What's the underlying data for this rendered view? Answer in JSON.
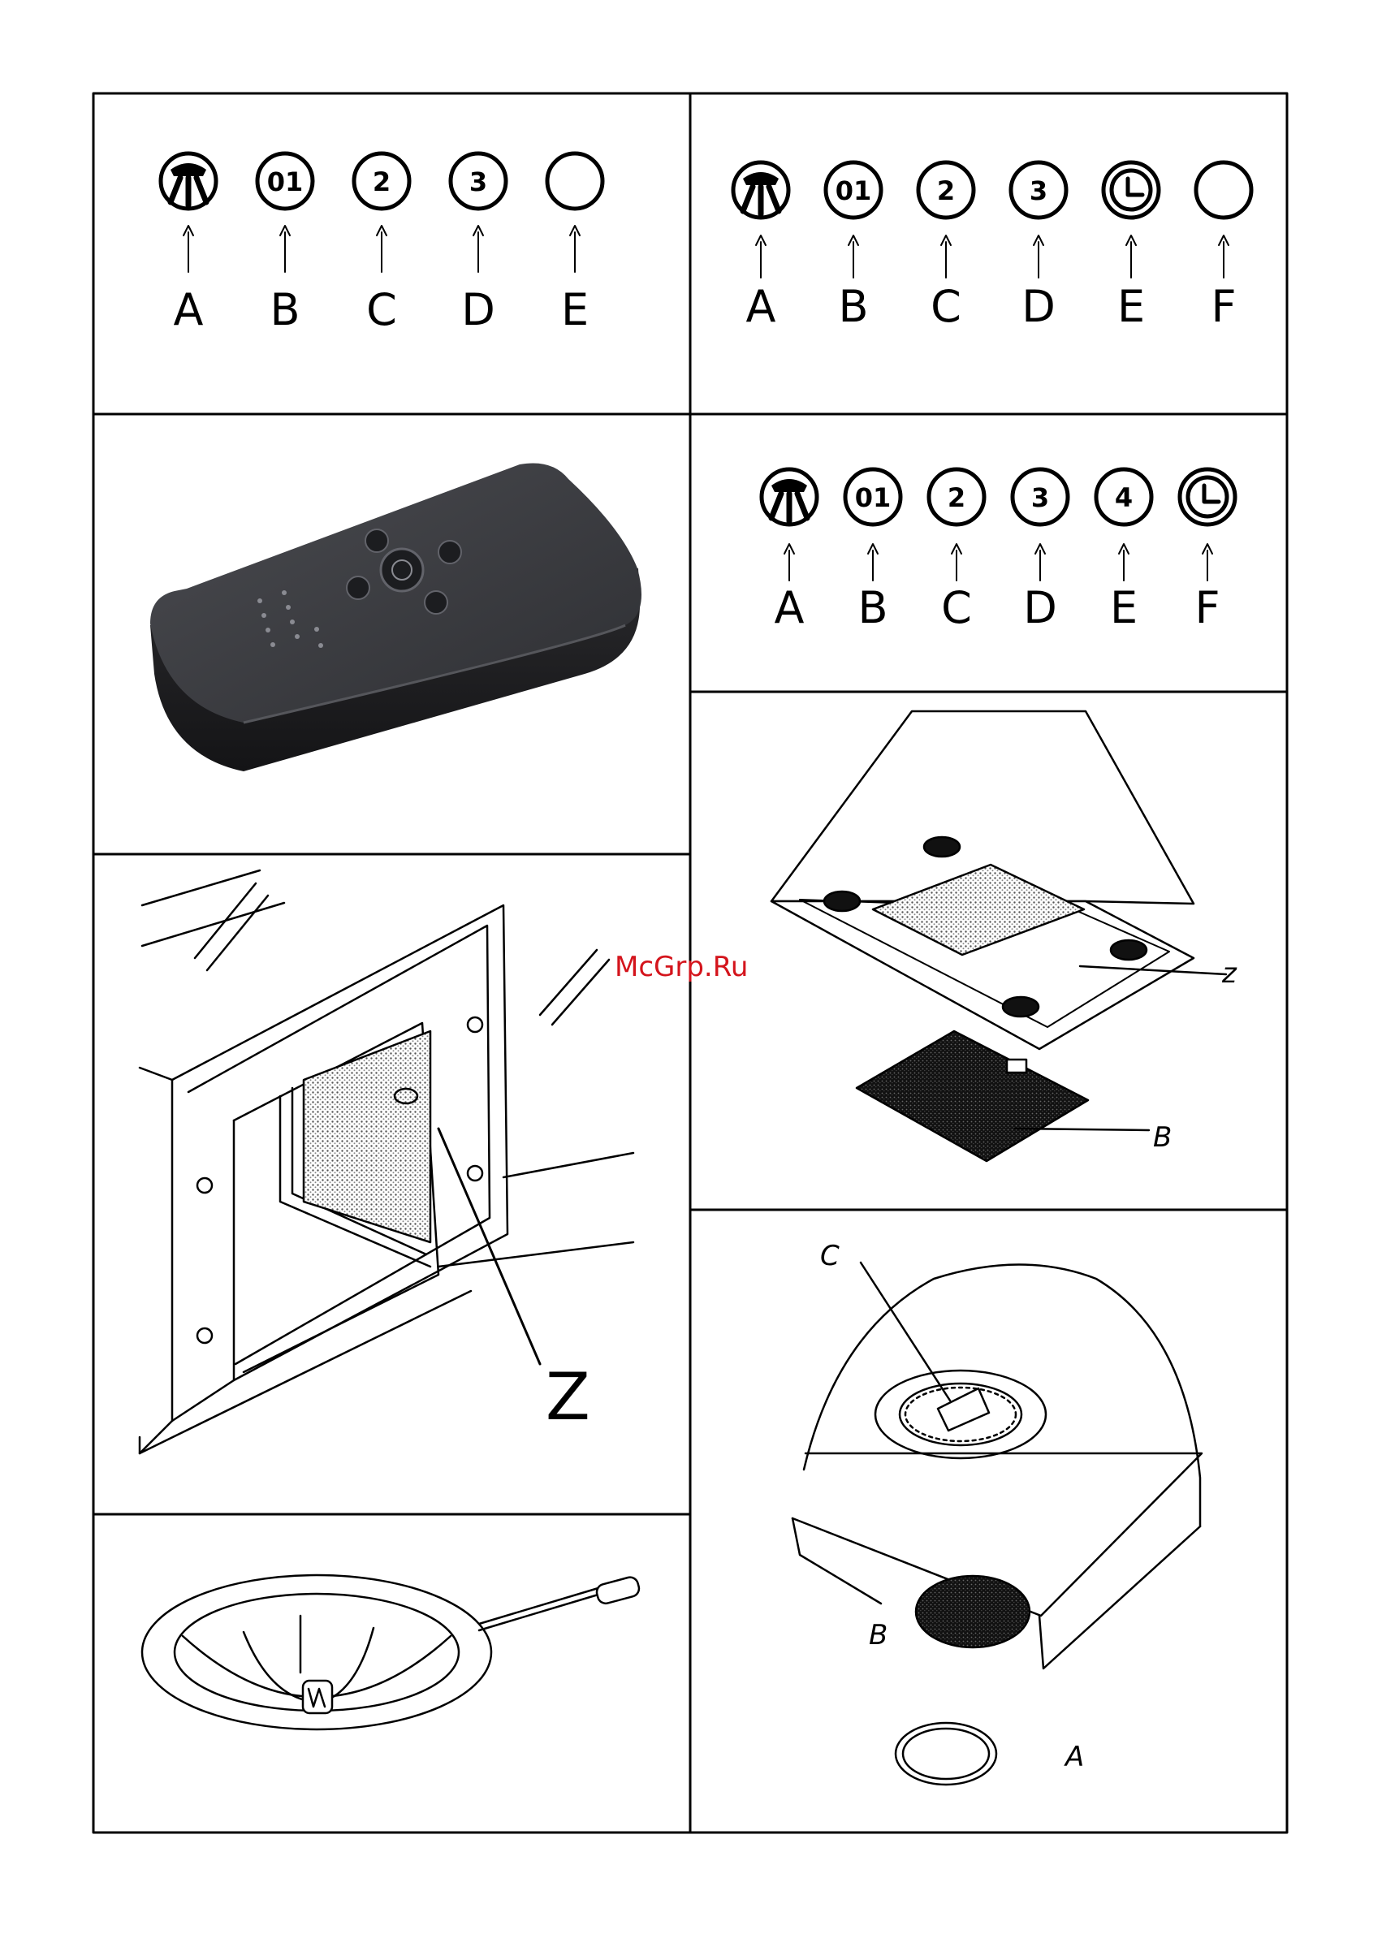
{
  "panels": {
    "p1": {
      "symbols": [
        {
          "icon": "light-icon",
          "text": "",
          "letter": "A"
        },
        {
          "icon": "speed-1-icon",
          "text": "01",
          "letter": "B"
        },
        {
          "icon": "speed-2-icon",
          "text": "2",
          "letter": "C"
        },
        {
          "icon": "speed-3-icon",
          "text": "3",
          "letter": "D"
        },
        {
          "icon": "blank-button-icon",
          "text": "",
          "letter": "E"
        }
      ]
    },
    "p2": {
      "symbols": [
        {
          "icon": "light-icon",
          "text": "",
          "letter": "A"
        },
        {
          "icon": "speed-1-icon",
          "text": "01",
          "letter": "B"
        },
        {
          "icon": "speed-2-icon",
          "text": "2",
          "letter": "C"
        },
        {
          "icon": "speed-3-icon",
          "text": "3",
          "letter": "D"
        },
        {
          "icon": "timer-icon",
          "text": "",
          "letter": "E"
        },
        {
          "icon": "blank-button-icon",
          "text": "",
          "letter": "F"
        }
      ]
    },
    "p4": {
      "symbols": [
        {
          "icon": "light-icon",
          "text": "",
          "letter": "A"
        },
        {
          "icon": "speed-1-icon",
          "text": "01",
          "letter": "B"
        },
        {
          "icon": "speed-2-icon",
          "text": "2",
          "letter": "C"
        },
        {
          "icon": "speed-3-icon",
          "text": "3",
          "letter": "D"
        },
        {
          "icon": "speed-4-icon",
          "text": "4",
          "letter": "E"
        },
        {
          "icon": "timer-icon",
          "text": "",
          "letter": "F"
        }
      ]
    },
    "p5": {
      "callout": "Z"
    },
    "p6": {
      "callout_z": "z",
      "callout_b": "B"
    },
    "p7": {
      "callout_c": "C",
      "callout_b": "B",
      "callout_a": "A"
    }
  },
  "watermark": "McGrp.Ru",
  "colors": {
    "ink": "#000000",
    "paper": "#ffffff",
    "watermark": "#d4141c",
    "remote_body": "#3a3b3f"
  }
}
